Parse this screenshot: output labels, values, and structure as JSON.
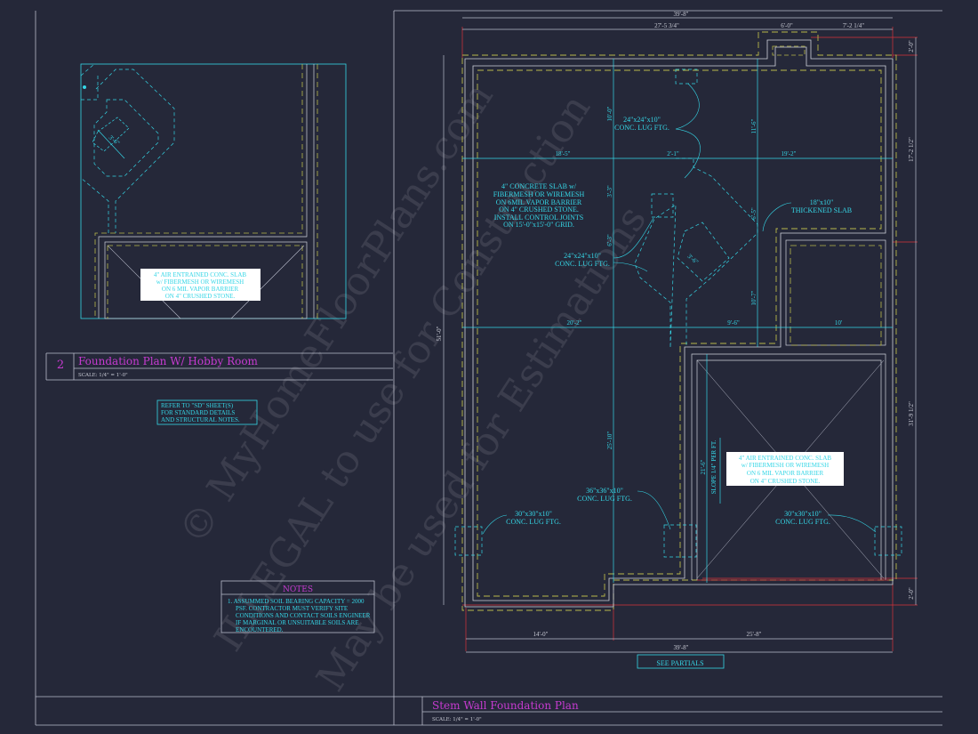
{
  "colors": {
    "background": "#252839",
    "frame": "#b9bccb",
    "wall": "#d0d3dd",
    "footing": "#b9b84a",
    "dimension_cyan": "#35d6e6",
    "title_magenta": "#c63bd0",
    "dimension_red": "#d8323a"
  },
  "sheet": {
    "title": "Stem Wall Foundation Plan",
    "scale": "SCALE: 1/4\" = 1'-0\""
  },
  "detail": {
    "number": "2",
    "title": "Foundation Plan W/ Hobby Room",
    "scale": "SCALE: 1/4\" = 1'-0\"",
    "dim": "3'-6\"",
    "slab_note": [
      "4\" AIR ENTRAINED CONC. SLAB",
      "w/ FIBERMESH OR WIREMESH",
      "ON 6 MIL VAPOR BARRIER",
      "ON 4\" CRUSHED STONE."
    ]
  },
  "refer_note": [
    "REFER TO \"SD\" SHEET(S)",
    "FOR STANDARD DETAILS",
    "AND STRUCTURAL NOTES."
  ],
  "notes": {
    "heading": "NOTES",
    "lines": [
      "1.  ASSUMMED SOIL BEARING CAPACITY = 2000",
      "PSF.  CONTRACTOR MUST VERIFY SITE",
      "CONDITIONS AND CONTACT SOILS ENGINEER",
      "IF MARGINAL OR UNSUITABLE SOILS ARE",
      "ENCOUNTERED."
    ]
  },
  "plan": {
    "dims_top": [
      "39'-8\"",
      "27'-5 3/4\"",
      "6'-0\"",
      "7'-2 1/4\""
    ],
    "dims_right": [
      "2'-0\"",
      "17'-2 1/2\"",
      "31'-9 1/2\"",
      "2'-0\""
    ],
    "dim_left": "51'-0\"",
    "dims_bottom": [
      "14'-0\"",
      "25'-8\"",
      "39'-8\""
    ],
    "dims_interior": [
      "18'-5\"",
      "2'-1\"",
      "19'-2\"",
      "10'-0\"",
      "11'-6\"",
      "3'-3\"",
      "6'-5\"",
      "6'-3\"",
      "10'-7\"",
      "20'-2\"",
      "9'-6\"",
      "10'",
      "3'-6\"",
      "25'-10\"",
      "21'-6\""
    ],
    "slope": "SLOPE 1/4\" PER FT.",
    "lug_top": [
      "24\"x24\"x10\"",
      "CONC. LUG FTG."
    ],
    "lug_mid": [
      "24\"x24\"x10\"",
      "CONC. LUG FTG."
    ],
    "lug_36": [
      "36\"x36\"x10\"",
      "CONC. LUG FTG."
    ],
    "lug_left": [
      "30\"x30\"x10\"",
      "CONC. LUG FTG."
    ],
    "lug_right": [
      "30\"x30\"x10\"",
      "CONC. LUG FTG."
    ],
    "thickened": [
      "18\"x10\"",
      "THICKENED SLAB"
    ],
    "slab_note": [
      "4\" CONCRETE SLAB w/",
      "FIBERMESH OR WIREMESH",
      "ON 6MIL VAPOR BARRIER",
      "ON 4\" CRUSHED STONE.",
      "INSTALL CONTROL JOINTS",
      "ON 15'-0\"x15'-0\" GRID."
    ],
    "garage_note": [
      "4\" AIR ENTRAINED CONC. SLAB",
      "w/ FIBERMESH OR WIREMESH",
      "ON 6 MIL VAPOR BARRIER",
      "ON 4\" CRUSHED STONE."
    ],
    "see_partials": "SEE PARTIALS"
  },
  "watermark": [
    "© MyHomeFloorPlans.com",
    "ILLEGAL to use for Construction",
    "May be used for Estimations"
  ]
}
